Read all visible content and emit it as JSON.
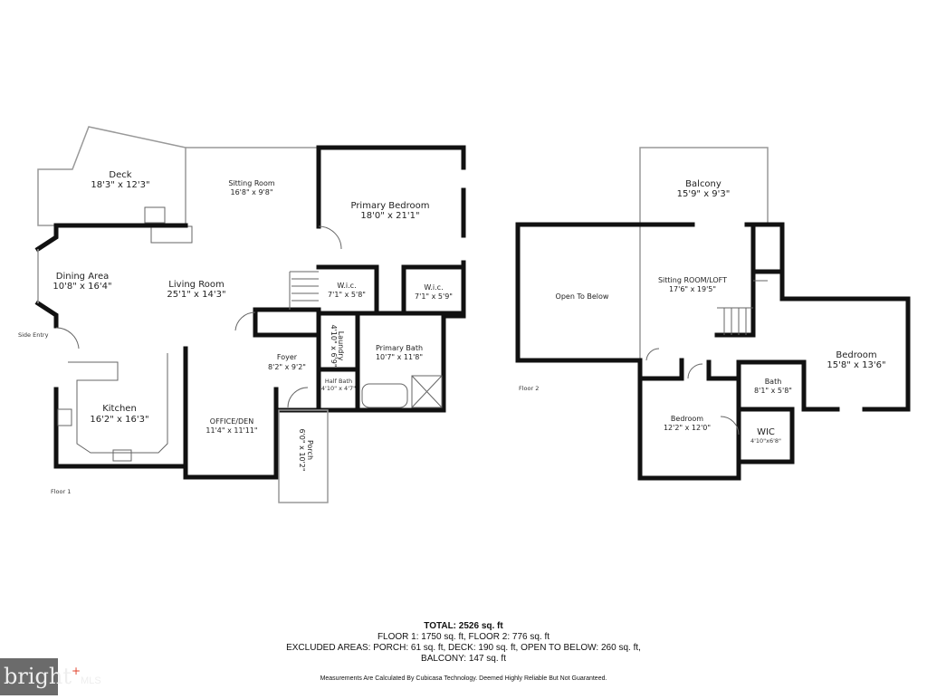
{
  "floor1": {
    "label": "Floor 1",
    "side_entry": "Side Entry",
    "rooms": [
      {
        "name": "Deck",
        "dims": "18'3\" x 12'3\""
      },
      {
        "name": "Sitting Room",
        "dims": "16'8\" x 9'8\""
      },
      {
        "name": "Primary Bedroom",
        "dims": "18'0\" x 21'1\""
      },
      {
        "name": "Dining Area",
        "dims": "10'8\" x 16'4\""
      },
      {
        "name": "Living Room",
        "dims": "25'1\" x 14'3\""
      },
      {
        "name": "W.i.c.",
        "dims": "7'1\" x 5'8\""
      },
      {
        "name": "W.i.c.",
        "dims": "7'1\" x 5'9\""
      },
      {
        "name": "Laundry",
        "dims": "4'10\" x 6'9\""
      },
      {
        "name": "Primary Bath",
        "dims": "10'7\" x 11'8\""
      },
      {
        "name": "Foyer",
        "dims": "8'2\" x 9'2\""
      },
      {
        "name": "Half Bath",
        "dims": "4'10\" x 4'7\""
      },
      {
        "name": "Kitchen",
        "dims": "16'2\" x 16'3\""
      },
      {
        "name": "OFFICE/DEN",
        "dims": "11'4\" x 11'11\""
      },
      {
        "name": "Porch",
        "dims": "6'0\" x 10'2\""
      }
    ]
  },
  "floor2": {
    "label": "Floor 2",
    "rooms": [
      {
        "name": "Balcony",
        "dims": "15'9\" x 9'3\""
      },
      {
        "name": "Open To Below",
        "dims": ""
      },
      {
        "name": "Sitting ROOM/LOFT",
        "dims": "17'6\" x 19'5\""
      },
      {
        "name": "Bedroom",
        "dims": "15'8\" x 13'6\""
      },
      {
        "name": "Bath",
        "dims": "8'1\" x 5'8\""
      },
      {
        "name": "Bedroom",
        "dims": "12'2\" x 12'0\""
      },
      {
        "name": "WIC",
        "dims": "4'10\"x6'8\""
      }
    ]
  },
  "summary": {
    "total": "TOTAL: 2526 sq. ft",
    "floors": "FLOOR 1: 1750 sq. ft, FLOOR 2: 776 sq. ft",
    "excluded": "EXCLUDED AREAS: PORCH: 61 sq. ft, DECK: 190 sq. ft, OPEN TO BELOW: 260 sq. ft,",
    "balcony": "BALCONY: 147 sq. ft",
    "disclaimer": "Measurements Are Calculated By Cubicasa Technology. Deemed Highly Reliable But Not Guaranteed."
  },
  "logo": {
    "text": "bright",
    "suffix": "MLS"
  }
}
